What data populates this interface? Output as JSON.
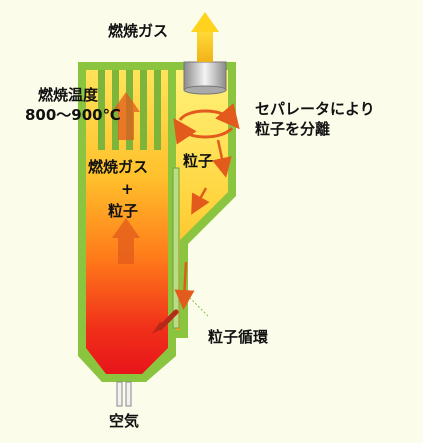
{
  "labels": {
    "exhaust": "燃焼ガス",
    "combustion_temp_title": "燃焼温度",
    "combustion_temp_range": "800～900℃",
    "separator": "セパレータにより",
    "separator_2": "粒子を分離",
    "particles_cyclone": "粒子",
    "gas_particles_1": "燃焼ガス",
    "gas_particles_plus": "+",
    "gas_particles_2": "粒子",
    "recirculation": "粒子循環",
    "air": "空気"
  },
  "colors": {
    "background": "#fbfcea",
    "frame_green": "#8bc53f",
    "fire_yellow": "#ffe14a",
    "fire_orange": "#ff8a1c",
    "fire_red": "#e8141a",
    "arrow_orange": "#e25a1c",
    "exhaust_arrow": "#ffd21e"
  },
  "icons": [
    "exhaust-up-arrow",
    "swirl-arrow",
    "recirculation-arrow"
  ]
}
